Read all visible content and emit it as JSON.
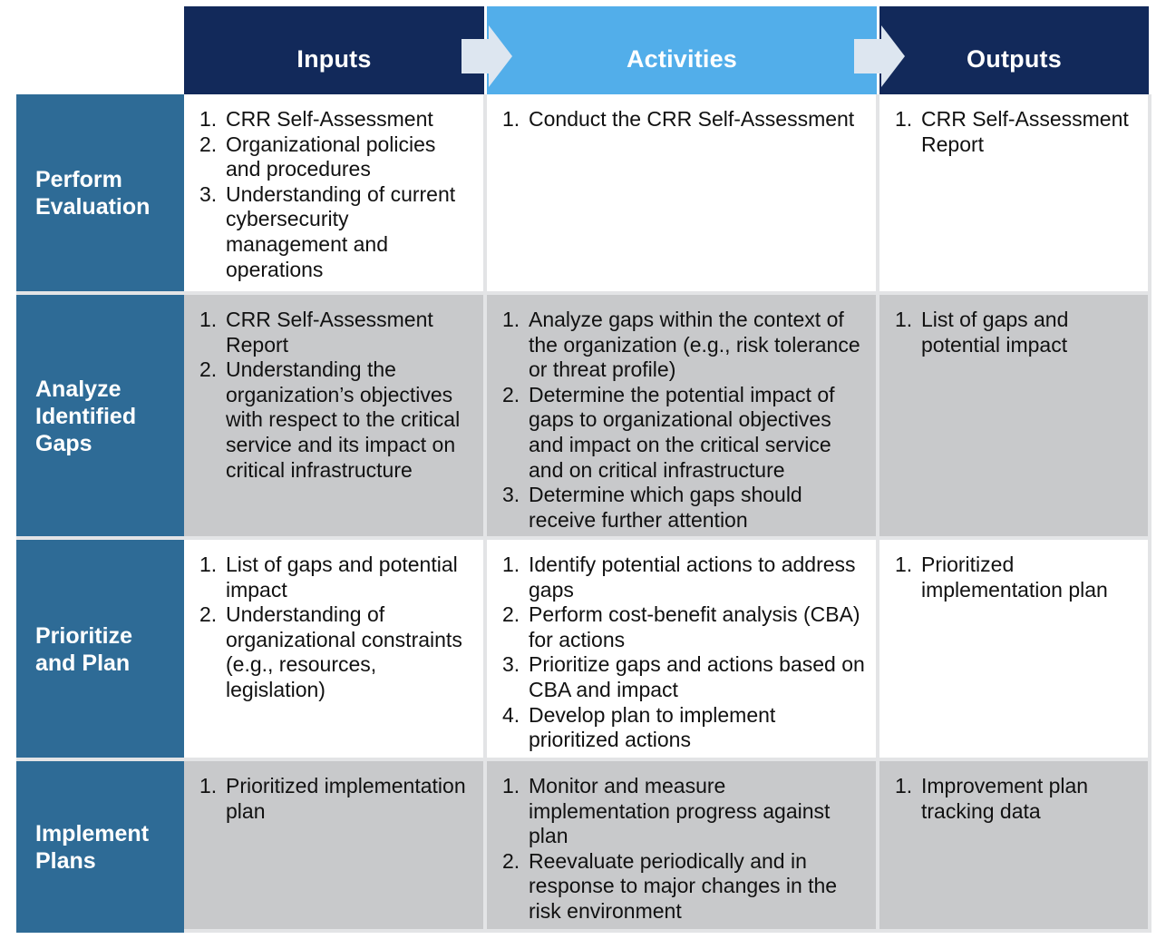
{
  "columns": [
    {
      "label": "Inputs"
    },
    {
      "label": "Activities"
    },
    {
      "label": "Outputs"
    }
  ],
  "rows": [
    {
      "label": "Perform\nEvaluation",
      "inputs": [
        "CRR Self-Assessment",
        "Organizational policies and procedures",
        "Understanding of current cybersecurity management and operations"
      ],
      "activities": [
        "Conduct the CRR Self-Assessment"
      ],
      "outputs": [
        "CRR Self-Assessment Report"
      ]
    },
    {
      "label": "Analyze\nIdentified\nGaps",
      "inputs": [
        "CRR Self-Assessment Report",
        "Understanding the organization’s objectives with respect to the critical service and its impact on critical infrastructure"
      ],
      "activities": [
        "Analyze gaps within the context of the organization (e.g., risk tolerance or threat profile)",
        "Determine the potential impact of gaps to organizational objectives and impact on the critical service and on critical infrastructure",
        "Determine which gaps should receive further attention"
      ],
      "outputs": [
        "List of gaps and potential impact"
      ]
    },
    {
      "label": "Prioritize\nand Plan",
      "inputs": [
        "List of gaps and potential impact",
        "Understanding of organizational constraints (e.g., resources, legislation)"
      ],
      "activities": [
        "Identify potential actions to address gaps",
        "Perform cost-benefit analysis (CBA) for actions",
        "Prioritize gaps and actions based on CBA and impact",
        "Develop plan to implement prioritized actions"
      ],
      "outputs": [
        "Prioritized implementation plan"
      ]
    },
    {
      "label": "Implement\nPlans",
      "inputs": [
        "Prioritized implementation plan"
      ],
      "activities": [
        "Monitor and measure implementation progress against plan",
        "Reevaluate periodically and in response to major changes in the risk environment"
      ],
      "outputs": [
        "Improvement plan tracking data"
      ]
    }
  ],
  "colors": {
    "header_dark": "#12295a",
    "header_light": "#52aeea",
    "row_label": "#2e6b96",
    "cell_white": "#ffffff",
    "cell_gray": "#c8c9cb",
    "arrow": "#dde6f0"
  }
}
